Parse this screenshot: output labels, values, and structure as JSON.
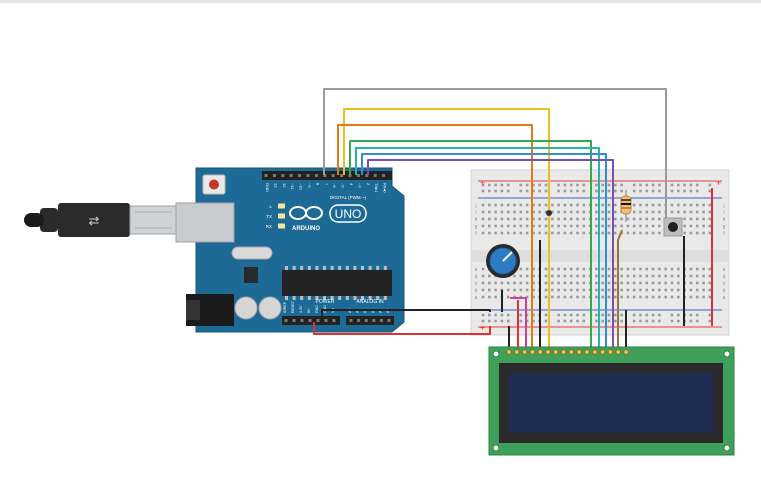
{
  "arduino": {
    "brand": "ARDUINO",
    "model": "UNO",
    "digital_header_label": "DIGITAL (PWM ~)",
    "power_label": "POWER",
    "analog_label": "ANALOG IN",
    "digital_pins": [
      "GND",
      "13",
      "12",
      "~11",
      "~10",
      "~9",
      "8",
      "7",
      "~6",
      "~5",
      "4",
      "~3",
      "2",
      "TX▸1",
      "RX◂0"
    ],
    "power_pins": [
      "IOREF",
      "RESET",
      "3.3V",
      "5V",
      "GND",
      "GND",
      "Vin"
    ],
    "analog_pins": [
      "A0",
      "A1",
      "A2",
      "A3",
      "A4",
      "A5"
    ],
    "led_labels": [
      "L",
      "TX",
      "RX"
    ]
  },
  "breadboard": {
    "row_letters_top": [
      "j",
      "i",
      "h",
      "g",
      "f"
    ],
    "row_letters_bottom": [
      "e",
      "d",
      "c",
      "b",
      "a"
    ]
  },
  "lcd": {
    "pin_count": 16
  },
  "colors": {
    "board": "#1d6a96",
    "lcd_pcb": "#3fa05a",
    "lcd_screen": "#1f2c52",
    "wire_gray": "#9a9a9a",
    "wire_yellow": "#e8c21a",
    "wire_orange": "#e07b18",
    "wire_green": "#3aa84a",
    "wire_teal": "#26b3a8",
    "wire_blue": "#2f8fd6",
    "wire_purple": "#7a4fb0",
    "wire_red": "#e03030",
    "wire_black": "#222222",
    "wire_magenta": "#d0409a",
    "wire_brown": "#a0703a"
  }
}
